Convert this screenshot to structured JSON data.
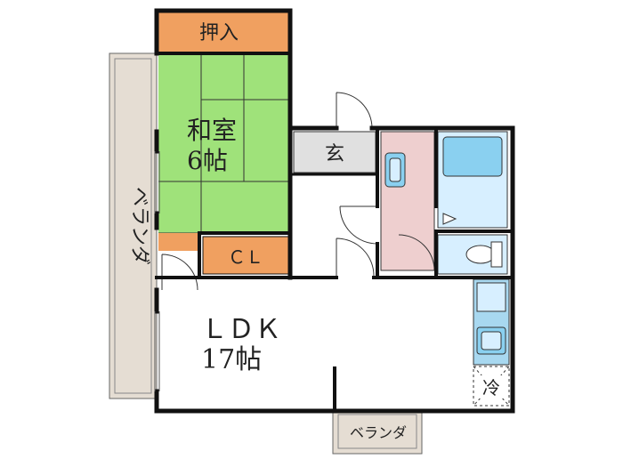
{
  "rooms": {
    "oshiire": "押入",
    "washitsu_name": "和室",
    "washitsu_size": "6帖",
    "genkan": "玄",
    "closet": "ＣＬ",
    "ldk_name": "ＬＤＫ",
    "ldk_size": "17帖",
    "fridge": "冷"
  },
  "balconies": {
    "west": "ベランダ",
    "south": "ベランダ"
  },
  "colors": {
    "wall": "#111111",
    "tatami": "#9fe27a",
    "storage": "#f0a060",
    "genkan_floor": "#e0e0e0",
    "bath_floor": "#eecfcf",
    "unit_blue": "#d7efff",
    "fixture_blue": "#8ad0f0",
    "kitchen_blue": "#a8d8f0",
    "balcony": "#e5ddd3"
  }
}
